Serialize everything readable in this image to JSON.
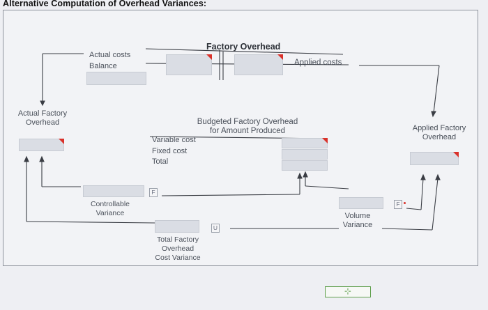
{
  "page": {
    "title": "Alternative Computation of Overhead Variances:"
  },
  "labels": {
    "factory_overhead": "Factory Overhead",
    "actual_costs": "Actual costs",
    "balance": "Balance",
    "applied_costs": "Applied costs",
    "actual_factory_overhead": [
      "Actual Factory",
      "Overhead"
    ],
    "budgeted_title": [
      "Budgeted Factory Overhead",
      "for Amount Produced"
    ],
    "variable_cost": "Variable cost",
    "fixed_cost": "Fixed cost",
    "total": "Total",
    "applied_factory_overhead": [
      "Applied Factory",
      "Overhead"
    ],
    "controllable_variance": [
      "Controllable",
      "Variance"
    ],
    "volume_variance": [
      "Volume",
      "Variance"
    ],
    "total_factory_overhead_cost_variance": [
      "Total Factory",
      "Overhead",
      "Cost Variance"
    ]
  },
  "flags": {
    "controllable": "F",
    "total_variance": "U",
    "volume": "F"
  },
  "inputs": {
    "actual_balance": "",
    "t_left": "",
    "t_right": "",
    "actual_factory_overhead": "",
    "variable_cost": "",
    "fixed_cost": "",
    "total": "",
    "applied_factory_overhead": "",
    "controllable_variance": "",
    "volume_variance": "",
    "total_variance": ""
  },
  "status": {
    "icon": "expand-icon",
    "color": "#5d9e4a"
  }
}
